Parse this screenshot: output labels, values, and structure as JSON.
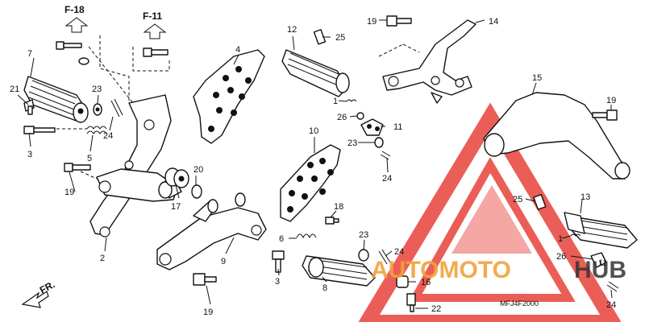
{
  "diagram": {
    "refs": {
      "f18": "F-18",
      "f11": "F-11"
    },
    "fr_label": "FR.",
    "code": "MFJ4F2000",
    "labels": {
      "l1a": "1",
      "l1b": "1",
      "l2": "2",
      "l3a": "3",
      "l3b": "3",
      "l4": "4",
      "l5": "5",
      "l6": "6",
      "l7": "7",
      "l8": "8",
      "l9": "9",
      "l10": "10",
      "l11a": "11",
      "l11b": "11",
      "l12": "12",
      "l13": "13",
      "l14": "14",
      "l15": "15",
      "l16": "16",
      "l17": "17",
      "l18": "18",
      "l19a": "19",
      "l19b": "19",
      "l19c": "19",
      "l19d": "19",
      "l20": "20",
      "l21": "21",
      "l22": "22",
      "l23a": "23",
      "l23b": "23",
      "l23c": "23",
      "l24a": "24",
      "l24b": "24",
      "l24c": "24",
      "l24d": "24",
      "l25a": "25",
      "l25b": "25",
      "l26a": "26",
      "l26b": "26"
    }
  },
  "watermark": {
    "text_red": "AUTOMOTO",
    "text_dark": "HUB",
    "red": "#e8423a",
    "orange": "#f2a23a",
    "dark": "#333333"
  }
}
